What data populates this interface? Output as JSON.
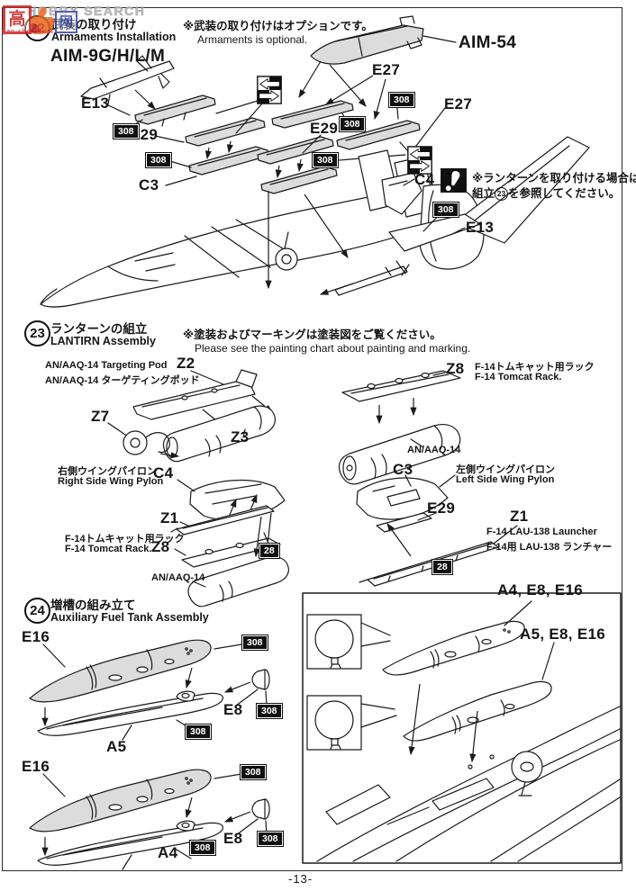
{
  "watermark": {
    "char1": "高",
    "char2": "网",
    "url": "gao-shou.com",
    "brand": "HOBBY SEARCH"
  },
  "page_number": "-13-",
  "badges": {
    "b308": "308",
    "b28": "28"
  },
  "parts": {
    "aim9": "AIM-9G/H/L/M",
    "aim54": "AIM-54",
    "e13": "E13",
    "e27": "E27",
    "e29": "E29",
    "c3": "C3",
    "c4": "C4",
    "z1": "Z1",
    "z2": "Z2",
    "z3": "Z3",
    "z7": "Z7",
    "z8": "Z8",
    "e16": "E16",
    "e8": "E8",
    "a4": "A4",
    "a5": "A5",
    "combo_a4": "A4, E8, E16",
    "combo_a5": "A5, E8, E16",
    "anaaq14": "AN/AAQ-14"
  },
  "s22": {
    "number": "22",
    "title_jp": "武装の取り付け",
    "title_en": "Armaments Installation",
    "optional_jp": "※武装の取り付けはオプションです。",
    "optional_en": "Armaments is optional.",
    "lantirn_note_1": "※ランターンを取り付ける場合は",
    "lantirn_note_2a": "組立",
    "lantirn_note_2num": "23",
    "lantirn_note_2b": "を参照してください。"
  },
  "s23": {
    "number": "23",
    "title_jp": "ランターンの組立",
    "title_en": "LANTIRN Assembly",
    "paint_note_jp": "※塗装およびマーキングは塗装図をご覧ください。",
    "paint_note_en": "Please see the painting chart about painting and marking.",
    "targeting_pod_en": "AN/AAQ-14 Targeting Pod",
    "targeting_pod_jp": "AN/AAQ-14 ターゲティングポッド",
    "tomcat_rack_jp": "F-14トムキャット用ラック",
    "tomcat_rack_en": "F-14 Tomcat Rack.",
    "right_pylon_jp": "右側ウイングパイロン",
    "right_pylon_en": "Right Side Wing Pylon",
    "left_pylon_jp": "左側ウイングパイロン",
    "left_pylon_en": "Left Side Wing Pylon",
    "lau138_en": "F-14 LAU-138 Launcher",
    "lau138_jp": "F-14用 LAU-138 ランチャー"
  },
  "s24": {
    "number": "24",
    "title_jp": "増槽の組み立て",
    "title_en": "Auxiliary Fuel Tank Assembly"
  }
}
